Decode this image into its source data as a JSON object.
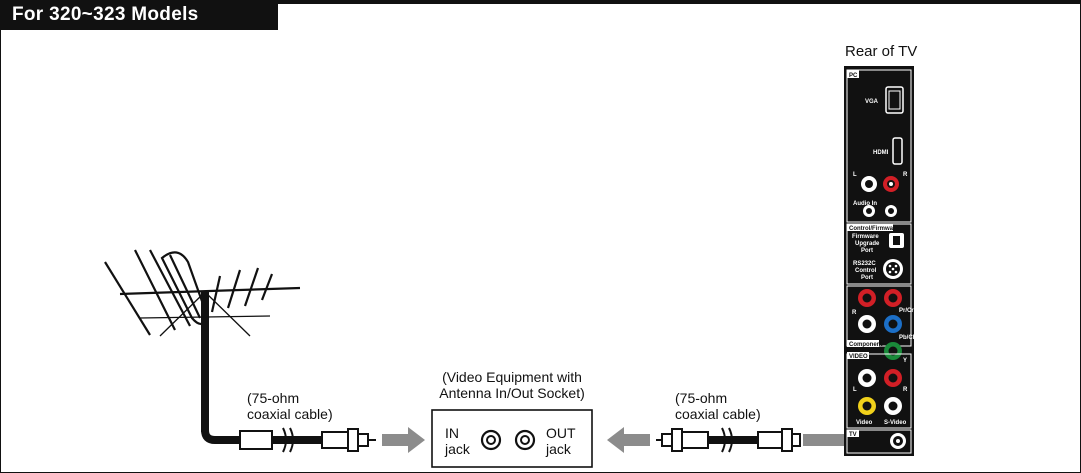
{
  "title": "For 320~323 Models",
  "rear_label": "Rear of TV",
  "cable_left": {
    "line1": "(75-ohm",
    "line2": "coaxial cable)"
  },
  "cable_right": {
    "line1": "(75-ohm",
    "line2": "coaxial cable)"
  },
  "equipment": {
    "line1": "(Video Equipment with",
    "line2": "Antenna In/Out Socket)"
  },
  "in_jack": {
    "line1": "IN",
    "line2": "jack"
  },
  "out_jack": {
    "line1": "OUT",
    "line2": "jack"
  },
  "panel": {
    "pc": "PC",
    "vga": "VGA",
    "hdmi": "HDMI",
    "audio_l": "L",
    "audio_r": "R",
    "audio_in": "Audio In",
    "control_firmware": "Control/Firmware",
    "firmware_port": [
      "Firmware",
      "Upgrade",
      "Port"
    ],
    "rs232_port": [
      "RS232C",
      "Control",
      "Port"
    ],
    "comp_r": "R",
    "comp_pr": "Pr/Cr",
    "comp_pb": "Pb/Cb",
    "comp_y": "Y",
    "component": "Component",
    "video": "VIDEO",
    "video_l": "L",
    "video_r": "R",
    "video_label": "Video",
    "svideo_label": "S-Video",
    "tv": "TV"
  },
  "colors": {
    "red": "#d21f26",
    "blue": "#1c6fc7",
    "green": "#1a8a3a",
    "yellow": "#f1d11b",
    "arrow": "#8c8c8c"
  }
}
